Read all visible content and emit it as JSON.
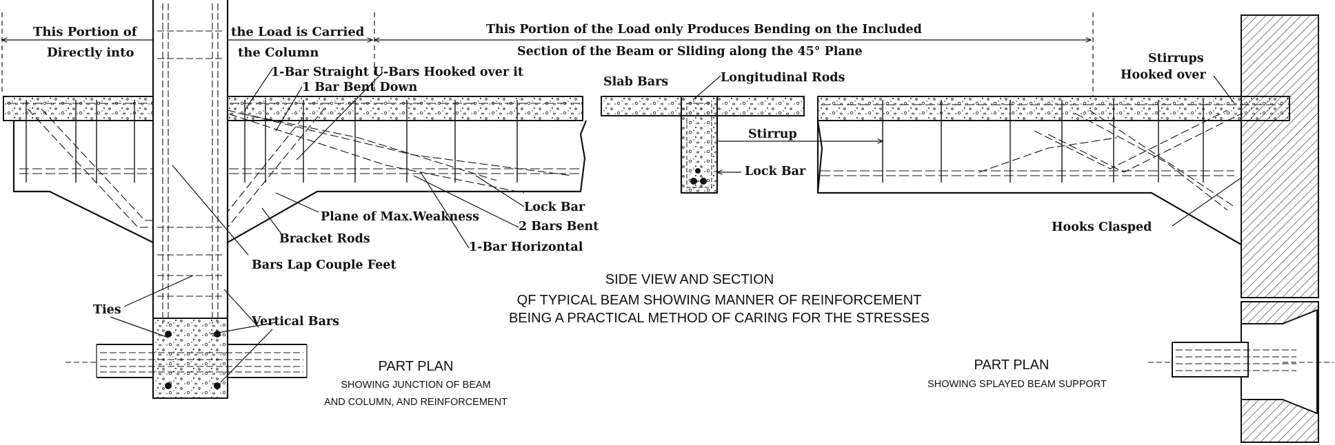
{
  "colors": {
    "ink": "#111111",
    "paper": "#ffffff"
  },
  "top_labels": {
    "portion_left_1": "This Portion of",
    "portion_left_2": "Directly into",
    "portion_mid_1": "the Load is Carried",
    "portion_mid_2": "the Column",
    "portion_right_1": "This Portion of the Load only Produces Bending on the Included",
    "portion_right_2": "Section of the Beam or Sliding along the 45° Plane"
  },
  "callouts": {
    "straight_ubars": "1-Bar Straight U-Bars Hooked over it",
    "bent_down": "1 Bar Bent Down",
    "slab_bars": "Slab Bars",
    "longitudinal_rods": "Longitudinal Rods",
    "stirrups_hooked_1": "Stirrups",
    "stirrups_hooked_2": "Hooked over",
    "stirrup": "Stirrup",
    "lock_bar_section": "Lock Bar",
    "lock_bar": "Lock Bar",
    "two_bars_bent": "2 Bars Bent",
    "one_bar_horizontal": "1-Bar Horizontal",
    "plane_max_weakness": "Plane of Max.Weakness",
    "bracket_rods": "Bracket Rods",
    "bars_lap": "Bars Lap Couple Feet",
    "hooks_clasped": "Hooks Clasped",
    "ties": "Ties",
    "vertical_bars": "Vertical Bars"
  },
  "captions": {
    "side_view_1": "SIDE VIEW AND SECTION",
    "side_view_2": "QF TYPICAL BEAM SHOWING MANNER OF REINFORCEMENT",
    "side_view_3": "BEING A PRACTICAL METHOD OF CARING FOR THE STRESSES",
    "part_plan_left_title": "PART PLAN",
    "part_plan_left_sub_1": "SHOWING JUNCTION OF BEAM",
    "part_plan_left_sub_2": "AND COLUMN,  AND REINFORCEMENT",
    "part_plan_right_title": "PART PLAN",
    "part_plan_right_sub": "SHOWING SPLAYED BEAM SUPPORT"
  }
}
